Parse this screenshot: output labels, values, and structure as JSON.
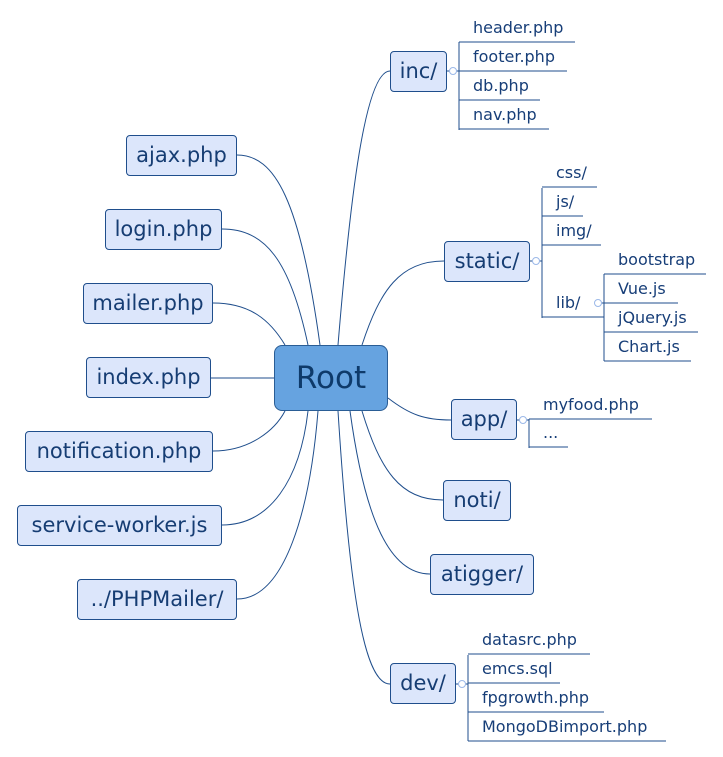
{
  "root": {
    "label": "Root"
  },
  "left": {
    "ajax": "ajax.php",
    "login": "login.php",
    "mailer": "mailer.php",
    "index": "index.php",
    "notification": "notification.php",
    "service_worker": "service-worker.js",
    "phpmailer": "../PHPMailer/"
  },
  "right": {
    "inc": {
      "label": "inc/",
      "children": [
        "header.php",
        "footer.php",
        "db.php",
        "nav.php"
      ]
    },
    "static": {
      "label": "static/",
      "children": [
        "css/",
        "js/",
        "img/",
        "lib/"
      ]
    },
    "lib": {
      "children": [
        "bootstrap",
        "Vue.js",
        "jQuery.js",
        "Chart.js"
      ]
    },
    "app": {
      "label": "app/",
      "children": [
        "myfood.php",
        "..."
      ]
    },
    "noti": {
      "label": "noti/"
    },
    "atigger": {
      "label": "atigger/"
    },
    "dev": {
      "label": "dev/",
      "children": [
        "datasrc.php",
        "emcs.sql",
        "fpgrowth.php",
        "MongoDBimport.php"
      ]
    }
  },
  "colors": {
    "line": "#1f4e8c",
    "node_fill": "#dce6fb",
    "root_fill": "#66a3e0",
    "collapse_dot": "#9bb8e8"
  }
}
